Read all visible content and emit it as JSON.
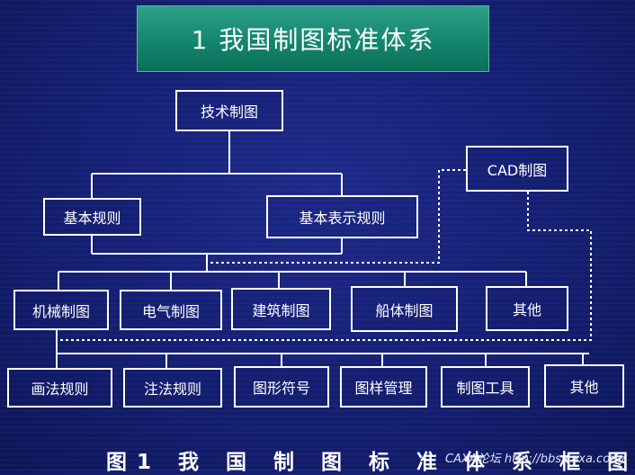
{
  "title": "1 我国制图标准体系",
  "nodes": {
    "root": "技术制图",
    "cad": "CAD制图",
    "basic_rules": "基本规则",
    "basic_repr": "基本表示规则",
    "mech": "机械制图",
    "elec": "电气制图",
    "arch": "建筑制图",
    "ship": "船体制图",
    "other1": "其他",
    "drawing_rules": "画法规则",
    "annotation_rules": "注法规则",
    "symbols": "图形符号",
    "sample_mgmt": "图样管理",
    "tools": "制图工具",
    "other2": "其他"
  },
  "caption": "图1 我 国 制 图 标 准 体 系 框 图",
  "watermark": "CAXA论坛 http://bbs.caxa.com/",
  "colors": {
    "background": "#141f72",
    "title_bg": "#14866e",
    "line": "#ffffff"
  }
}
